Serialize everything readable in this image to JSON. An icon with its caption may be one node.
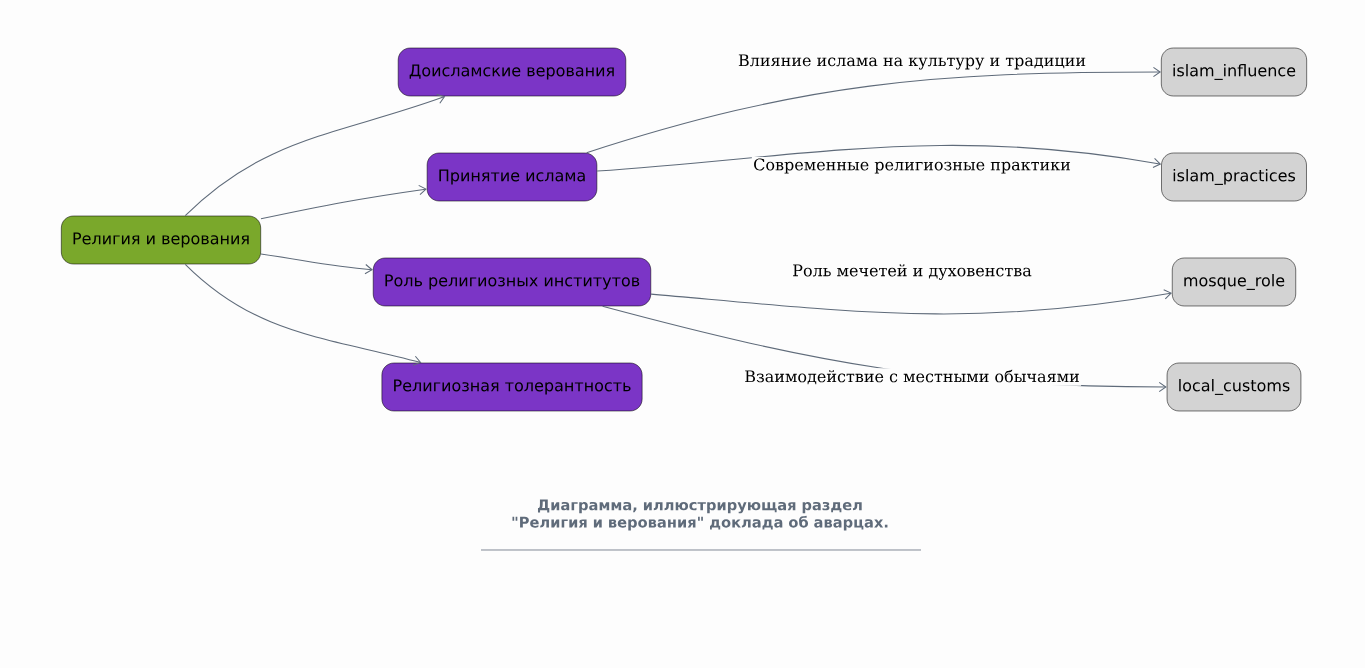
{
  "diagram": {
    "caption": "Диаграмма, иллюстрирующая раздел \"Религия и верования\" доклада об аварцах.",
    "nodes": [
      {
        "text": [
          "Религия и верования"
        ]
      },
      {
        "text": [
          "Доисламские верования"
        ]
      },
      {
        "text": [
          "Принятие ислама"
        ]
      },
      {
        "text": [
          "Роль религиозных институтов"
        ]
      },
      {
        "text": [
          "Религиозная толерантность"
        ]
      },
      {
        "text": [
          "islam_influence"
        ]
      },
      {
        "text": [
          "islam_practices"
        ]
      },
      {
        "text": [
          "mosque_role"
        ]
      },
      {
        "text": [
          "local_customs"
        ]
      }
    ],
    "edges": [
      {
        "from": 0,
        "to": 1,
        "arrow": "to"
      },
      {
        "from": 0,
        "to": 2,
        "arrow": "to"
      },
      {
        "from": 0,
        "to": 3,
        "arrow": "to"
      },
      {
        "from": 0,
        "to": 4,
        "arrow": "to"
      },
      {
        "from": 2,
        "to": 5,
        "arrow": "to",
        "label": "Влияние ислама на культуру и традиции"
      },
      {
        "from": 2,
        "to": 6,
        "arrow": "to",
        "label": "Современные религиозные практики"
      },
      {
        "from": 3,
        "to": 7,
        "arrow": "to",
        "label": "Роль мечетей и духовенства"
      },
      {
        "from": 3,
        "to": 8,
        "arrow": "to",
        "label": "Взаимодействие с местными обычаями"
      }
    ]
  }
}
